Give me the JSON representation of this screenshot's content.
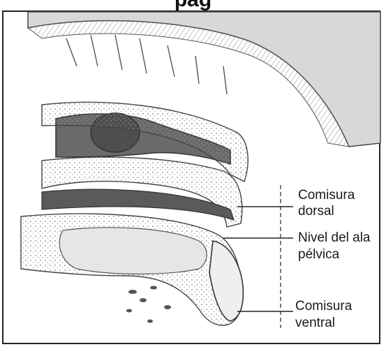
{
  "header": {
    "title_fragment": "pág"
  },
  "labels": {
    "dorsal_line1": "Comisura",
    "dorsal_line2": "dorsal",
    "pelvic_line1": "Nivel del ala",
    "pelvic_line2": "pélvica",
    "ventral_line1": "Comisura",
    "ventral_line2": "ventral"
  }
}
